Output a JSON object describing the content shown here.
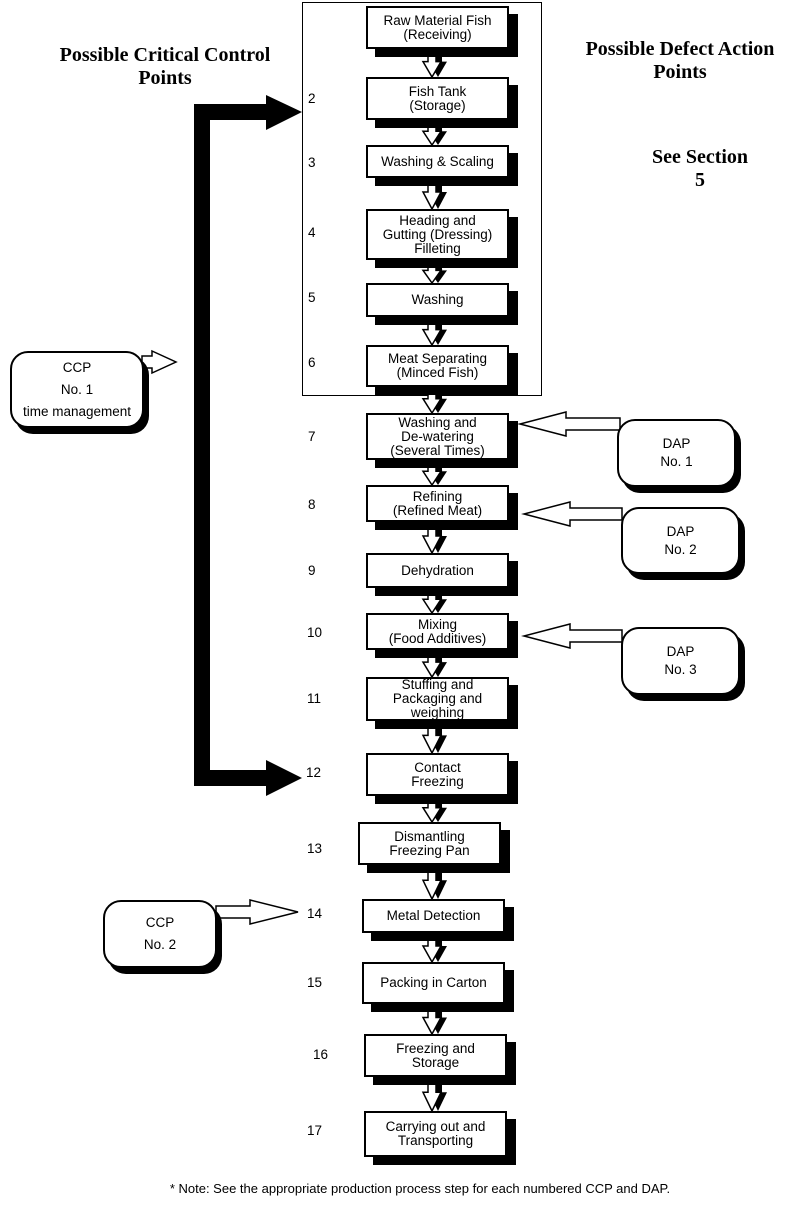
{
  "headings": {
    "ccp_title": "Possible Critical Control\nPoints",
    "dap_title": "Possible Defect Action\nPoints",
    "see_section": "See Section\n5"
  },
  "steps": [
    {
      "number": "",
      "label": "Raw Material Fish\n(Receiving)"
    },
    {
      "number": "2",
      "label": "Fish Tank\n(Storage)"
    },
    {
      "number": "3",
      "label": "Washing & Scaling"
    },
    {
      "number": "4",
      "label": "Heading and\nGutting (Dressing)\nFilleting"
    },
    {
      "number": "5",
      "label": "Washing"
    },
    {
      "number": "6",
      "label": "Meat Separating\n(Minced Fish)"
    },
    {
      "number": "7",
      "label": "Washing and\nDe-watering\n(Several Times)"
    },
    {
      "number": "8",
      "label": "Refining\n(Refined Meat)"
    },
    {
      "number": "9",
      "label": "Dehydration"
    },
    {
      "number": "10",
      "label": "Mixing\n(Food Additives)"
    },
    {
      "number": "11",
      "label": "Stuffing and\nPackaging and\nweighing"
    },
    {
      "number": "12",
      "label": "Contact\nFreezing"
    },
    {
      "number": "13",
      "label": "Dismantling\nFreezing Pan"
    },
    {
      "number": "14",
      "label": "Metal Detection"
    },
    {
      "number": "15",
      "label": "Packing in Carton"
    },
    {
      "number": "16",
      "label": "Freezing and\nStorage"
    },
    {
      "number": "17",
      "label": "Carrying out and\nTransporting"
    }
  ],
  "ccp": [
    {
      "line1": "CCP",
      "line2": "No. 1",
      "line3": "time management",
      "applies_to": "steps 2-12"
    },
    {
      "line1": "CCP",
      "line2": "No. 2",
      "applies_to": "step 14"
    }
  ],
  "dap": [
    {
      "line1": "DAP",
      "line2": "No. 1",
      "applies_to": "step 7"
    },
    {
      "line1": "DAP",
      "line2": "No. 2",
      "applies_to": "step 8"
    },
    {
      "line1": "DAP",
      "line2": "No. 3",
      "applies_to": "step 10"
    }
  ],
  "note": "* Note:  See the appropriate production process step for each numbered CCP and DAP."
}
